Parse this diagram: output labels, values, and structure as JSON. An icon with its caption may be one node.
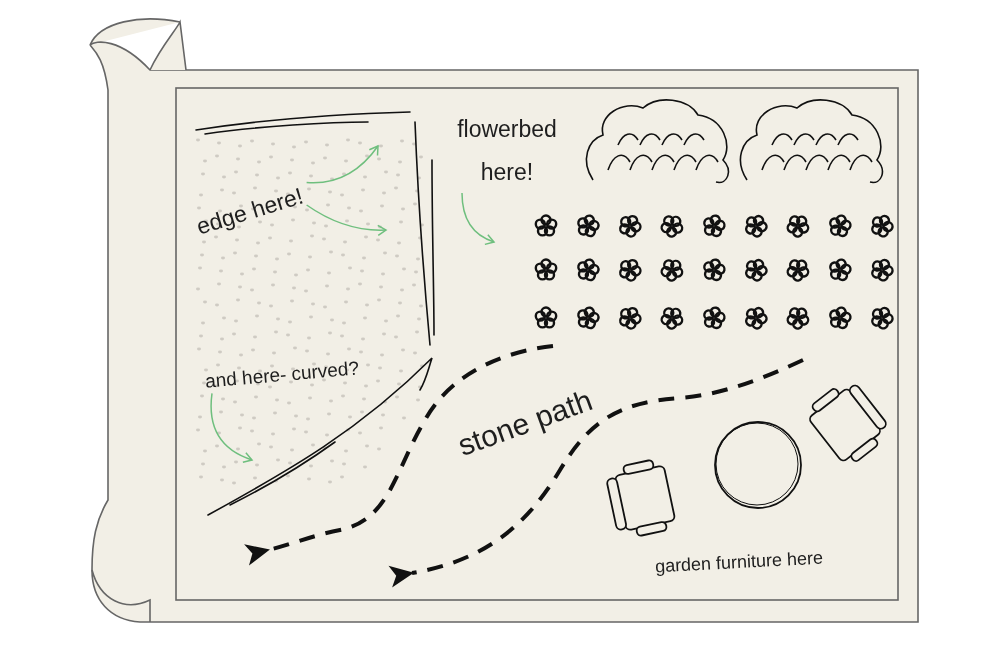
{
  "diagram": {
    "nodes": [
      {
        "text": [
          "edge here!"
        ]
      },
      {
        "text": [
          "flowerbed here!"
        ]
      },
      {
        "text": [
          "and here- curved?"
        ]
      }
    ],
    "edges": [
      {
        "from": 0,
        "to": null,
        "arrow": "to"
      },
      {
        "from": 0,
        "to": null,
        "arrow": "to"
      },
      {
        "from": 1,
        "to": null,
        "arrow": "to"
      },
      {
        "from": 2,
        "to": null,
        "arrow": "to"
      }
    ],
    "labels": [
      "stone path",
      "garden furniture here"
    ]
  }
}
